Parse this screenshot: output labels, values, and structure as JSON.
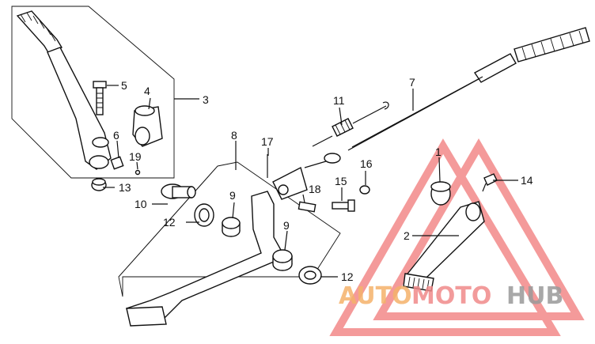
{
  "diagram": {
    "callouts": [
      {
        "id": "c1",
        "text": "1"
      },
      {
        "id": "c2",
        "text": "2"
      },
      {
        "id": "c3",
        "text": "3"
      },
      {
        "id": "c4",
        "text": "4"
      },
      {
        "id": "c5",
        "text": "5"
      },
      {
        "id": "c6",
        "text": "6"
      },
      {
        "id": "c7",
        "text": "7"
      },
      {
        "id": "c8",
        "text": "8"
      },
      {
        "id": "c9a",
        "text": "9"
      },
      {
        "id": "c9b",
        "text": "9"
      },
      {
        "id": "c10",
        "text": "10"
      },
      {
        "id": "c11",
        "text": "11"
      },
      {
        "id": "c12a",
        "text": "12"
      },
      {
        "id": "c12b",
        "text": "12"
      },
      {
        "id": "c13",
        "text": "13"
      },
      {
        "id": "c14",
        "text": "14"
      },
      {
        "id": "c15",
        "text": "15"
      },
      {
        "id": "c16",
        "text": "16"
      },
      {
        "id": "c17",
        "text": "17"
      },
      {
        "id": "c18",
        "text": "18"
      },
      {
        "id": "c19",
        "text": "19"
      }
    ]
  },
  "watermark": {
    "part1": "AUTO",
    "part2": "MOTO",
    "part3": "HUB",
    "colors": {
      "auto": "#f5b26b",
      "moto": "#f08a8a",
      "hub": "#9a9a9a",
      "triangle": "#f07070"
    }
  }
}
